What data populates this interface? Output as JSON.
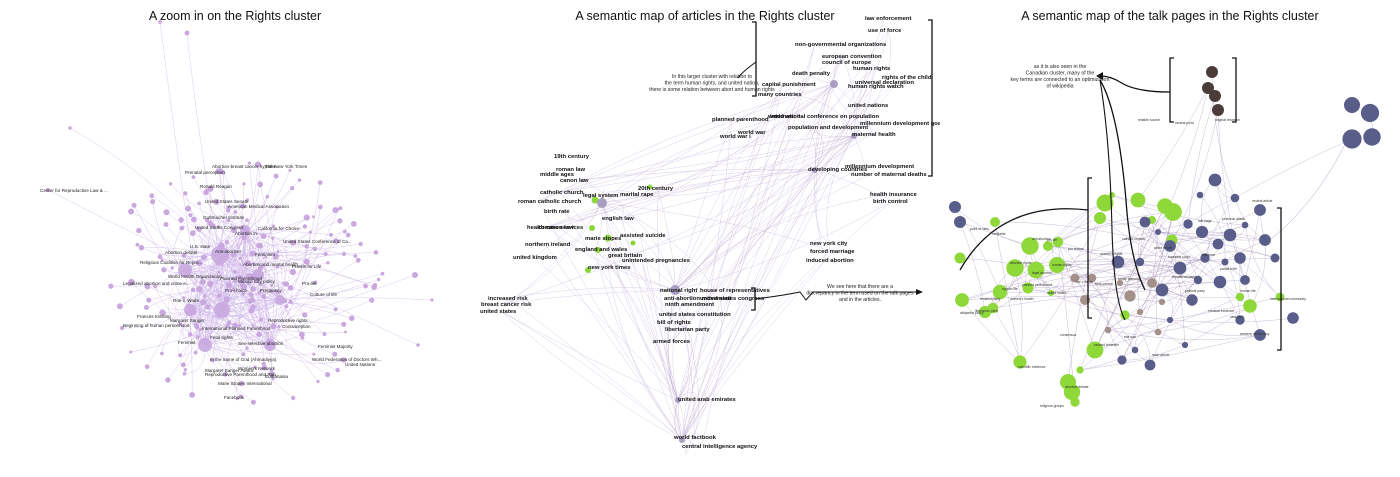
{
  "colors": {
    "rights_node": "#c9a8e0",
    "rights_edge": "#cdb2e6",
    "article_edge": "#c4b1d8",
    "article_node_green": "#8bd63a",
    "article_node_purple": "#9d92b8",
    "talk_green": "#8ed83a",
    "talk_navy": "#585d8a",
    "talk_taupe": "#a29089",
    "talk_dark": "#4a3c38",
    "talk_edge": "#9f8ab8"
  },
  "panels": {
    "left": {
      "title": "A zoom in on the Rights cluster",
      "labels": [
        "Abortion-breast cancer hypothe...",
        "Prenatal perception",
        "The New York Times",
        "Ronald Reagan",
        "Center for Reproductive Law & ...",
        "United States Senate",
        "American Medical Association",
        "Guttmacher Institute",
        "United States Congress",
        "California for Choice",
        "Abortion in...",
        "U.S. state",
        "Anti-abortion",
        "United States Conference of Ca...",
        "Abortion debate",
        "Religious Coalition for Repro...",
        "Feminism",
        "Abortion and mental health",
        "Priests for Life",
        "World Health Organization",
        "Planned Parenthood",
        "Mexico City policy",
        "Legalized abortion and crime e...",
        "Pro-choice",
        "Pro-life",
        "Pregnancy",
        "Culture of life",
        "Roe v. Wade",
        "Frances Kissling",
        "Margaret Sanger",
        "Beginning of human personhood",
        "International Planned Parenthood",
        "Contraception",
        "Reproductive rights",
        "Fetal rights",
        "Feminist",
        "Sex-selective abortion",
        "In the name of God (Ahmadiyya)",
        "United Nations",
        "Margaret Sanger Award",
        "Reproductive Parenthood and Rep...",
        "Feminist Majority",
        "World Federation of Doctors Wh...",
        "Women's Network",
        "Euthanasia",
        "Marie Stopes International",
        "Facebook"
      ]
    },
    "middle": {
      "title": "A semantic map of articles in the Rights cluster",
      "labels": [
        "law enforcement",
        "use of force",
        "non-governmental organizations",
        "european convention",
        "council of europe",
        "human rights",
        "death penalty",
        "rights of the child",
        "universal declaration",
        "capital punishment",
        "human rights watch",
        "many countries",
        "united nations",
        "world war ii",
        "planned parenthood",
        "international conference on population",
        "millennium development goals",
        "population and development",
        "world war",
        "world war i",
        "maternal health",
        "19th century",
        "roman law",
        "20th century",
        "middle ages",
        "canon law",
        "marital rape",
        "catholic church",
        "legal system",
        "roman catholic church",
        "developing countries",
        "millennium development",
        "number of maternal deaths",
        "birth rate",
        "english law",
        "health care services",
        "health insurance",
        "birth control",
        "common law",
        "assisted suicide",
        "england and wales",
        "marie stopes",
        "northern ireland",
        "great britain",
        "unintended pregnancies",
        "united kingdom",
        "new york times",
        "new york city",
        "forced marriage",
        "induced abortion",
        "increased risk",
        "breast cancer risk",
        "united states",
        "national right",
        "house of representatives",
        "anti-abortion movement",
        "united states congress",
        "ninth amendment",
        "united states constitution",
        "bill of rights",
        "libertarian party",
        "armed forces",
        "united arab emirates",
        "world factbook",
        "central intelligence agency"
      ],
      "annotation_top": [
        "In this larger cluster with relation to",
        "the term human rights, and united nation,",
        "there is some relation between abort and human rights"
      ],
      "annotation_bottom": [
        "We see here that there are a",
        "discrepancy in the term used on the talk pages",
        "and in the articles."
      ]
    },
    "right": {
      "title": "A semantic map of the talk pages in the Rights cluster",
      "annotation": [
        "as it is also seen in the",
        "Canadian cluster, many of the",
        "key terms are connected to an optimization",
        "of wikipedia"
      ],
      "labels": [
        "reliable source",
        "neutral point",
        "original research",
        "point of view",
        "verifiable",
        "anti abortion",
        "pro life",
        "pro choice",
        "women's rights",
        "catholic church",
        "abortion rights",
        "legal abortion",
        "human rights",
        "right to life",
        "planned parenthood",
        "united states",
        "roe v wade",
        "birth control",
        "family planning",
        "world health",
        "supreme court",
        "late term",
        "partial birth",
        "feminist party",
        "libertarian party",
        "wikipedia policy",
        "talk page",
        "personal attack",
        "neutral article",
        "republican party",
        "political party",
        "medical evidence",
        "human life",
        "international community",
        "women's health",
        "second trimester",
        "consensus",
        "edit war",
        "main article",
        "scientific evidence",
        "abortion debate",
        "religious groups",
        "new york",
        "western democracy"
      ]
    }
  }
}
